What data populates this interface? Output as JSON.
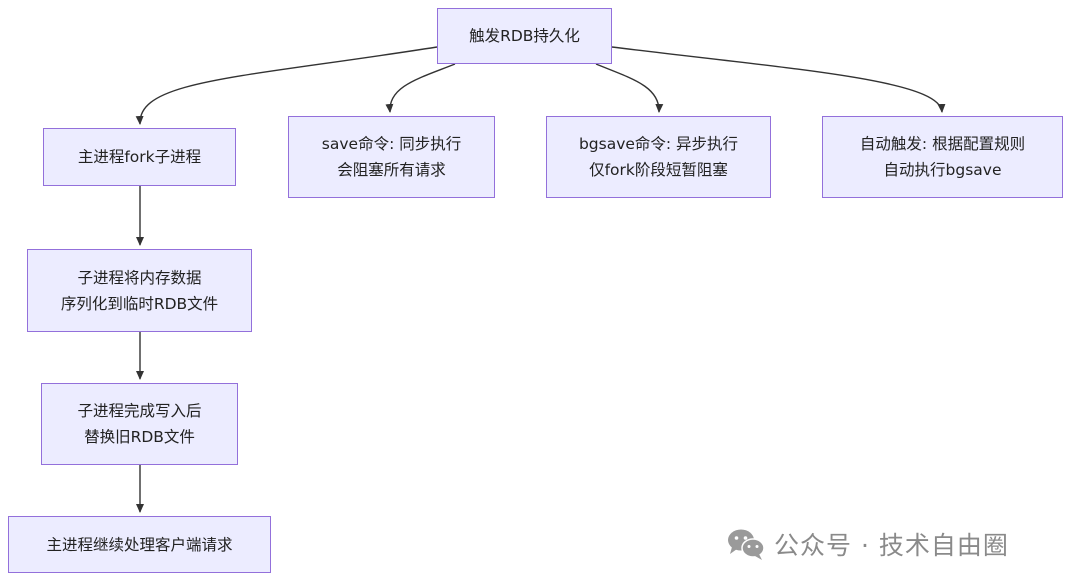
{
  "diagram": {
    "root": "触发RDB持久化",
    "fork_main": "主进程fork子进程",
    "save": {
      "line1": "save命令: 同步执行",
      "line2": "会阻塞所有请求"
    },
    "bgsave": {
      "line1": "bgsave命令: 异步执行",
      "line2": "仅fork阶段短暂阻塞"
    },
    "auto": {
      "line1": "自动触发: 根据配置规则",
      "line2": "自动执行bgsave"
    },
    "serialize": {
      "line1": "子进程将内存数据",
      "line2": "序列化到临时RDB文件"
    },
    "replace": {
      "line1": "子进程完成写入后",
      "line2": "替换旧RDB文件"
    },
    "continue": "主进程继续处理客户端请求"
  },
  "watermark": {
    "text": "公众号 · 技术自由圈",
    "icon": "wechat-icon"
  }
}
